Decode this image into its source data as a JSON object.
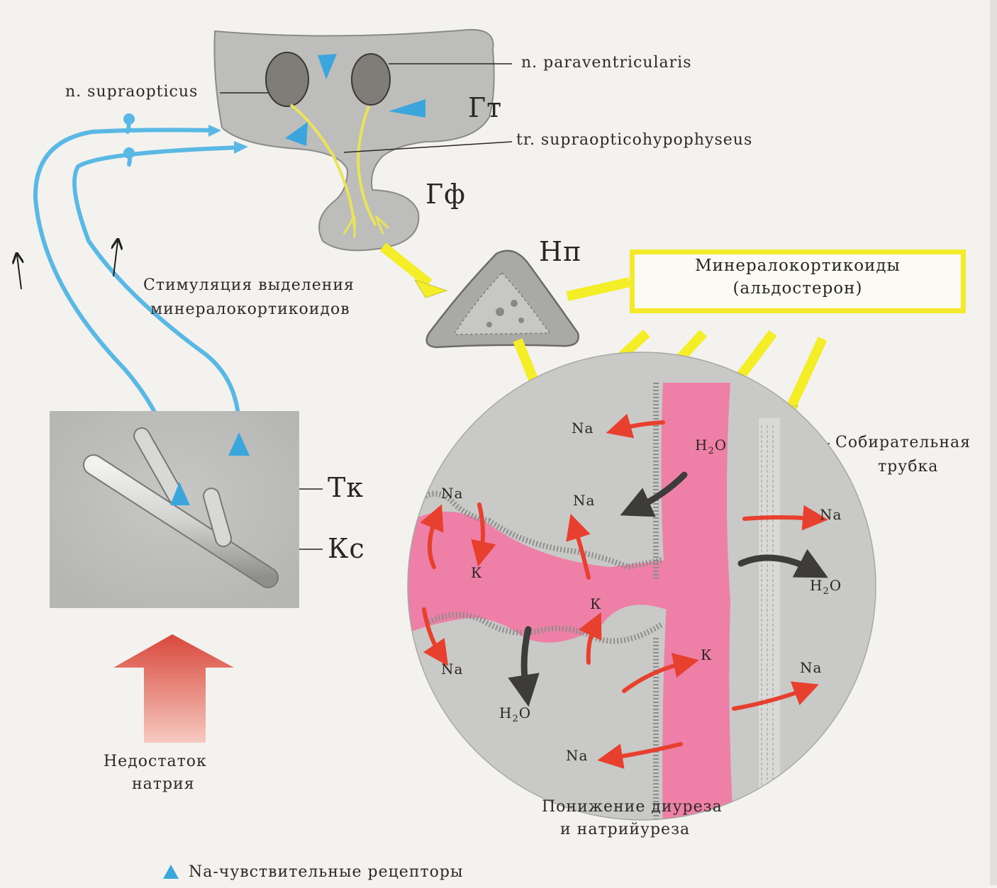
{
  "labels": {
    "supraopticus": "n. supraopticus",
    "paraventricularis": "n. paraventricularis",
    "tract": "tr. supraopticohypophyseus",
    "hypothalamus": "Гт",
    "hypophysis": "Гф",
    "adrenal": "Нп",
    "tissue": "Тк",
    "vessel": "Кс",
    "stimulation_line1": "Стимуляция выделения",
    "stimulation_line2": "минералокортикоидов",
    "mineralocorticoids_line1": "Минералокортикоиды",
    "mineralocorticoids_line2": "(альдостерон)",
    "collecting_line1": "Собирательная",
    "collecting_line2": "трубка",
    "deficit_line1": "Недостаток",
    "deficit_line2": "натрия",
    "decrease_line1": "Понижение диуреза",
    "decrease_line2": "и натрийуреза",
    "legend": "Na-чувствительные рецепторы"
  },
  "ions": {
    "na": "Na",
    "k": "К",
    "h2o_base": "H",
    "h2o_sub": "2",
    "h2o_tail": "O"
  },
  "colors": {
    "nerve": "#5ab8e4",
    "receptor": "#3aa6dc",
    "hormone": "#f4ee28",
    "tubule_lumen": "#ee7fa6",
    "tissue": "#c7c7c5",
    "ion_arrow": "#e8402f",
    "water_arrow": "#3e3c3a",
    "deficit_arrow": "#e0564a"
  }
}
